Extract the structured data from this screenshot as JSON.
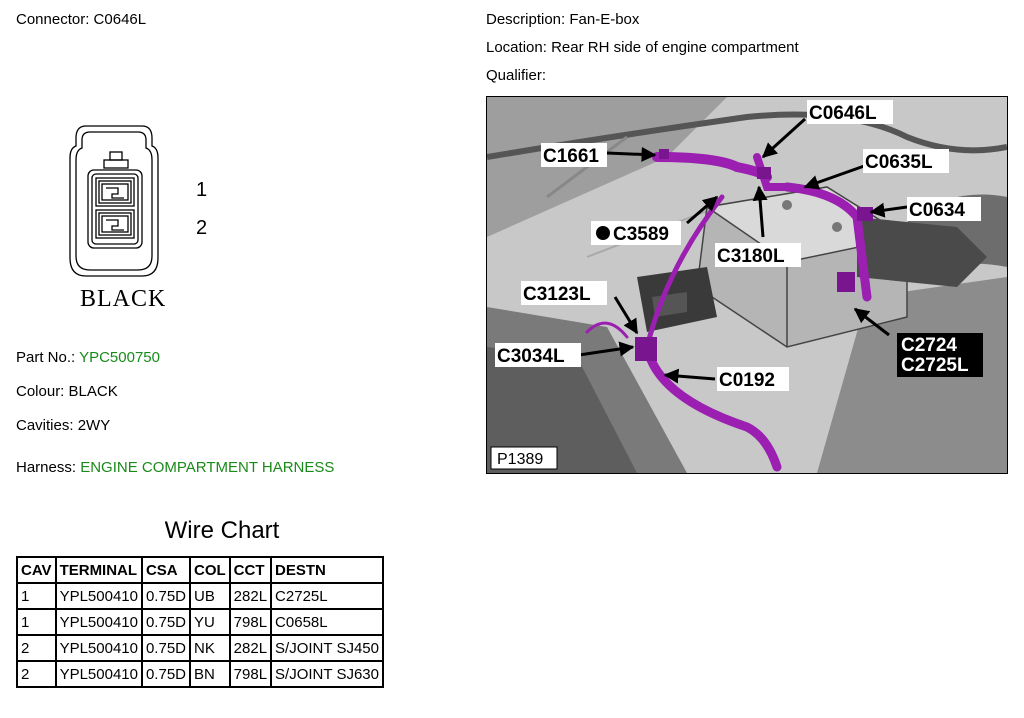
{
  "connector": {
    "label": "Connector:",
    "value": "C0646L"
  },
  "description": {
    "label": "Description:",
    "value": "Fan-E-box"
  },
  "location": {
    "label": "Location:",
    "value": "Rear RH side of engine compartment"
  },
  "qualifier": {
    "label": "Qualifier:",
    "value": ""
  },
  "diagram": {
    "pin1": "1",
    "pin2": "2",
    "color_label": "BLACK"
  },
  "part": {
    "label": "Part No.:",
    "value": "YPC500750"
  },
  "colour": {
    "label": "Colour:",
    "value": "BLACK"
  },
  "cavities": {
    "label": "Cavities:",
    "value": "2WY"
  },
  "harness": {
    "label": "Harness:",
    "value": "ENGINE COMPARTMENT HARNESS"
  },
  "photo": {
    "code": "P1389",
    "callouts": {
      "c0646l": "C0646L",
      "c1661": "C1661",
      "c0635l": "C0635L",
      "c0634": "C0634",
      "c3589": "C3589",
      "c3180l": "C3180L",
      "c3123l": "C3123L",
      "c3034l": "C3034L",
      "c0192": "C0192",
      "c2724": "C2724",
      "c2725l": "C2725L"
    }
  },
  "wire_chart": {
    "title": "Wire Chart",
    "headers": [
      "CAV",
      "TERMINAL",
      "CSA",
      "COL",
      "CCT",
      "DESTN"
    ],
    "rows": [
      [
        "1",
        "YPL500410",
        "0.75D",
        "UB",
        "282L",
        "C2725L"
      ],
      [
        "1",
        "YPL500410",
        "0.75D",
        "YU",
        "798L",
        "C0658L"
      ],
      [
        "2",
        "YPL500410",
        "0.75D",
        "NK",
        "282L",
        "S/JOINT SJ450"
      ],
      [
        "2",
        "YPL500410",
        "0.75D",
        "BN",
        "798L",
        "S/JOINT SJ630"
      ]
    ]
  },
  "colors": {
    "harness_purple": "#9b1fb0",
    "link_green": "#1a8a1a"
  }
}
